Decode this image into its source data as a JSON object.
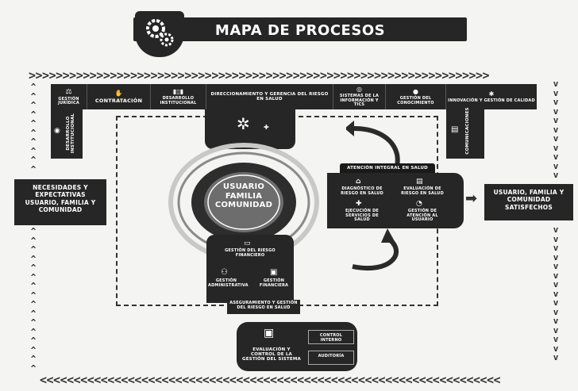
{
  "title": "MAPA DE PROCESOS",
  "left_box": "NECESIDADES Y EXPECTATIVAS USUARIO, FAMILIA Y COMUNIDAD",
  "right_box": "USUARIO, FAMILIA Y COMUNIDAD SATISFECHOS",
  "center": "USUARIO FAMILIA COMUNIDAD",
  "strategic": [
    {
      "label": "GESTIÓN JURÍDICA",
      "icon": "scale-icon"
    },
    {
      "label": "CONTRATACIÓN",
      "icon": "handshake-icon"
    },
    {
      "label": "DESARROLLO INSTITUCIONAL",
      "icon": "chart-icon"
    },
    {
      "label": "DIRECCIONAMIENTO Y GERENCIA DEL RIESGO EN SALUD",
      "icon": "none"
    },
    {
      "label": "SISTEMAS DE LA INFORMACIÓN Y TICS",
      "icon": "globe-icon"
    },
    {
      "label": "GESTIÓN DEL CONOCIMIENTO",
      "icon": "head-icon"
    },
    {
      "label": "INNOVACIÓN Y GESTIÓN DE CALIDAD",
      "icon": "gear-bulb-icon"
    }
  ],
  "left_vertical": "DESARROLLO INSTITUCIONAL",
  "right_vertical": "COMUNICACIONES",
  "attention_header": "ATENCIÓN INTEGRAL EN SALUD",
  "attention_items": [
    "DIAGNÓSTICO DE RIESGO EN SALUD",
    "EJECUCIÓN DE SERVICIOS DE SALUD",
    "EVALUACIÓN DE RIESGO EN SALUD",
    "GESTIÓN DE ATENCIÓN AL USUARIO"
  ],
  "support_items": [
    "GESTIÓN DEL RIESGO FINANCIERO",
    "GESTIÓN ADMINISTRATIVA",
    "GESTIÓN FINANCIERA"
  ],
  "support_footer": "ASEGURAMIENTO Y GESTIÓN DEL RIESGO EN SALUD",
  "eval_main": "EVALUACIÓN Y CONTROL DE LA GESTIÓN DEL SISTEMA",
  "eval_side": [
    "CONTROL INTERNO",
    "AUDITORÍA"
  ]
}
